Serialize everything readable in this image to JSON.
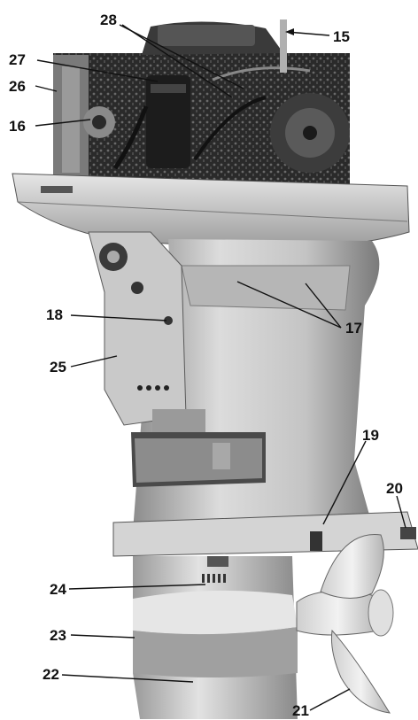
{
  "labels": {
    "l15": "15",
    "l16": "16",
    "l17": "17",
    "l18": "18",
    "l19": "19",
    "l20": "20",
    "l21": "21",
    "l22": "22",
    "l23": "23",
    "l24": "24",
    "l25": "25",
    "l26": "26",
    "l27": "27",
    "l28": "28"
  },
  "colors": {
    "background": "#ffffff",
    "ink": "#111111",
    "housing_light": "#d9d9d9",
    "housing_mid": "#a8a8a8",
    "housing_dark": "#6a6a6a",
    "engine_dark": "#262626"
  }
}
